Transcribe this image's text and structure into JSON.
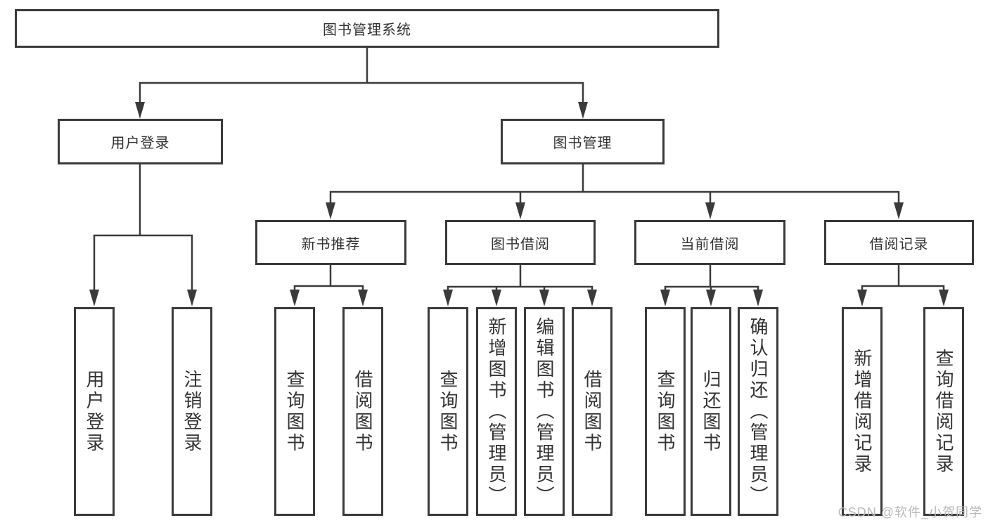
{
  "colors": {
    "line": "#3a3a3a",
    "box_border": "#3a3a3a",
    "box_fill": "#ffffff",
    "text": "#333333",
    "watermark": "#b9b9b9",
    "background": "#ffffff"
  },
  "watermark": {
    "text": "CSDN @软件_小贺同学"
  },
  "nodes": {
    "root": {
      "label": "图书管理系统"
    },
    "user_login": {
      "label": "用户登录"
    },
    "book_management": {
      "label": "图书管理"
    },
    "new_book_recommend": {
      "label": "新书推荐"
    },
    "book_borrow": {
      "label": "图书借阅"
    },
    "current_borrow": {
      "label": "当前借阅"
    },
    "borrow_records": {
      "label": "借阅记录"
    },
    "leaves": {
      "user_login": [
        "用户登录",
        "注销登录"
      ],
      "new_book_recommend": [
        "查询图书",
        "借阅图书"
      ],
      "book_borrow": [
        "查询图书",
        "新增图书（管理员）",
        "编辑图书（管理员）",
        "借阅图书"
      ],
      "current_borrow": [
        "查询图书",
        "归还图书",
        "确认归还（管理员）"
      ],
      "borrow_records": [
        "新增借阅记录",
        "查询借阅记录"
      ]
    }
  }
}
